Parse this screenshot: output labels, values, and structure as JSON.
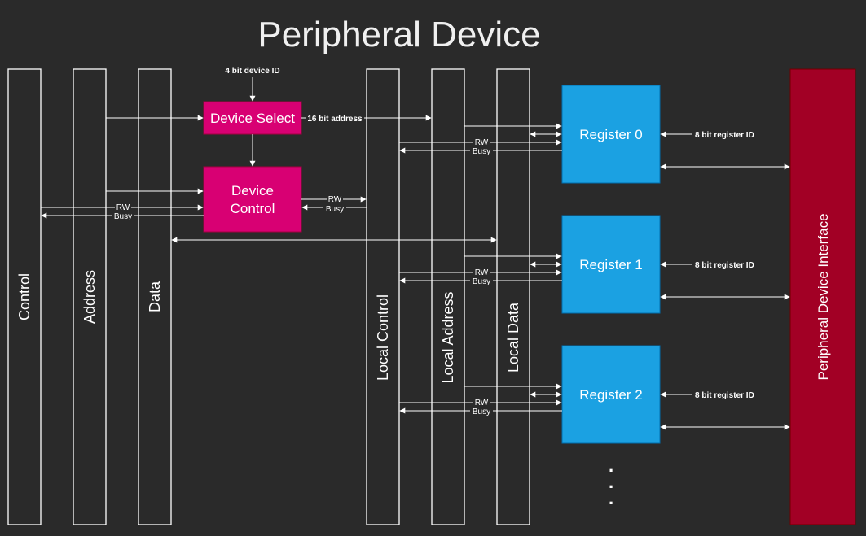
{
  "title": "Peripheral Device",
  "buses": {
    "control": "Control",
    "address": "Address",
    "data": "Data",
    "local_control": "Local Control",
    "local_address": "Local Address",
    "local_data": "Local Data"
  },
  "blocks": {
    "device_select": "Device Select",
    "device_control_line1": "Device",
    "device_control_line2": "Control",
    "register0": "Register 0",
    "register1": "Register 1",
    "register2": "Register 2",
    "interface": "Peripheral Device Interface"
  },
  "signals": {
    "device_id": "4 bit device ID",
    "address16": "16 bit address",
    "register_id": "8 bit register ID",
    "rw": "RW",
    "busy": "Busy"
  },
  "ellipsis": ".",
  "colors": {
    "background": "#2a2a2a",
    "bus_outline": "#ffffff",
    "magenta_block": "#d80073",
    "magenta_border": "#a50040",
    "register_blue": "#1ba1e2",
    "register_border": "#006eaf",
    "interface_red": "#a20025",
    "interface_border": "#6f0000",
    "wire": "#ffffff"
  }
}
